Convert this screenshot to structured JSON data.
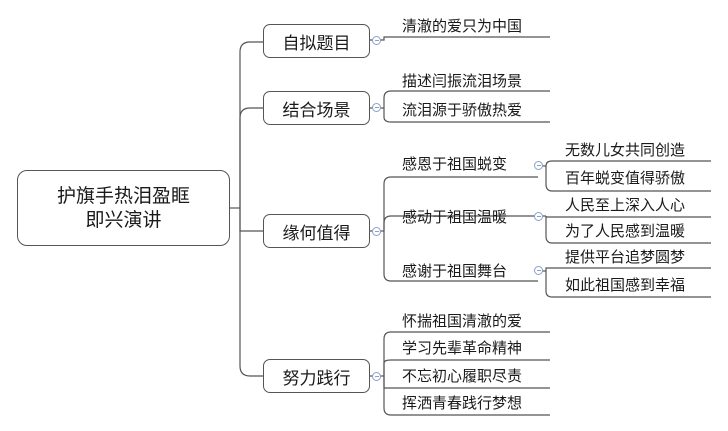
{
  "root": {
    "line1": "护旗手热泪盈眶",
    "line2": "即兴演讲"
  },
  "branches": [
    {
      "label": "自拟题目",
      "children": [
        "清澈的爱只为中国"
      ]
    },
    {
      "label": "结合场景",
      "children": [
        "描述闫振流泪场景",
        "流泪源于骄傲热爱"
      ]
    },
    {
      "label": "缘何值得",
      "children": [
        {
          "label": "感恩于祖国蜕变",
          "children": [
            "无数儿女共同创造",
            "百年蜕变值得骄傲"
          ]
        },
        {
          "label": "感动于祖国温暖",
          "children": [
            "人民至上深入人心",
            "为了人民感到温暖"
          ]
        },
        {
          "label": "感谢于祖国舞台",
          "children": [
            "提供平台追梦圆梦",
            "如此祖国感到幸福"
          ]
        }
      ]
    },
    {
      "label": "努力践行",
      "children": [
        "怀揣祖国清澈的爱",
        "学习先辈革命精神",
        "不忘初心履职尽责",
        "挥洒青春践行梦想"
      ]
    }
  ],
  "colors": {
    "line": "#555555",
    "collapse": "#8aa0c8"
  }
}
